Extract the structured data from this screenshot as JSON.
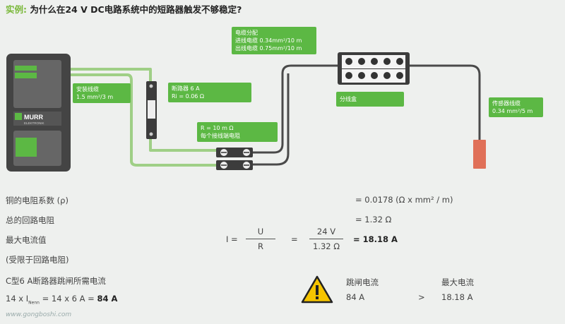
{
  "title": {
    "prefix": "实例:",
    "text": "为什么在24 V DC电路系统中的短路器触发不够稳定?"
  },
  "device": {
    "logo_main": "MURR",
    "logo_sub": "ELEKTRONIK"
  },
  "labels": {
    "install_cable": [
      "安装线缆",
      "1.5 mm²/3 m"
    ],
    "breaker": [
      "断路器 6 A",
      "Ri = 0.06 Ω"
    ],
    "terminal": [
      "R = 10 m Ω",
      "每个接线端电阻"
    ],
    "distribution": [
      "电缆分配",
      "进线电缆 0.34mm²/10 m",
      "出线电缆 0.75mm²/10 m"
    ],
    "box": "分线盒",
    "sensor_cable": [
      "传感器线缆",
      "0.34 mm²/5 m"
    ]
  },
  "calc": {
    "rho_label": "铜的电阻系数 (ρ)",
    "rho_value": "= 0.0178 (Ω x mm² / m)",
    "loop_label": "总的回路电阻",
    "loop_value": "= 1.32 Ω",
    "max_label": "最大电流值",
    "limited": "(受限于回路电阻)",
    "formula": {
      "i": "I =",
      "num1": "U",
      "den1": "R",
      "eq": "=",
      "num2": "24 V",
      "den2": "1.32 Ω",
      "result": "= 18.18 A"
    },
    "trip_label": "C型6 A断路器跳闸所需电流",
    "trip_formula_a": "14 x I",
    "trip_formula_sub": "Nenn",
    "trip_formula_b": "= 14 x 6 A = ",
    "trip_formula_result": "84 A"
  },
  "comparison": {
    "trip_header": "跳闸电流",
    "max_header": "最大电流",
    "trip_value": "84 A",
    "op": ">",
    "max_value": "18.18 A"
  },
  "watermark": "www.gongboshi.com",
  "colors": {
    "accent": "#5cb844",
    "device": "#444444",
    "wire_green": "#9fcf86",
    "wire_dark": "#4a4a4a",
    "sensor": "#e07058"
  }
}
